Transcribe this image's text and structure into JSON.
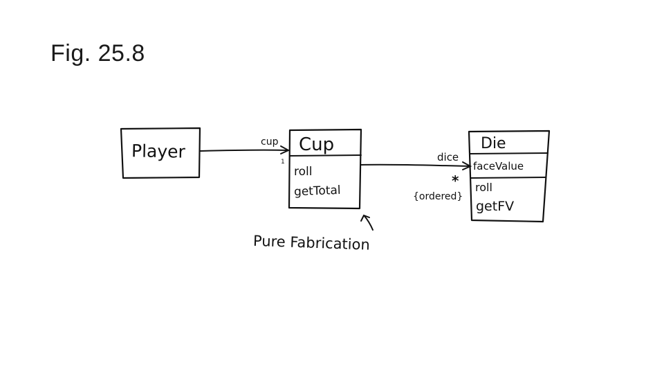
{
  "title": "Fig. 25.8",
  "diagram": {
    "classes": {
      "player": {
        "name": "Player"
      },
      "cup": {
        "name": "Cup",
        "operations": [
          "roll",
          "getTotal"
        ]
      },
      "die": {
        "name": "Die",
        "attributes": [
          "faceValue"
        ],
        "operations": [
          "roll",
          "getFV"
        ]
      }
    },
    "associations": {
      "player_cup": {
        "role": "cup",
        "multiplicity": "1"
      },
      "cup_die": {
        "role": "dice",
        "multiplicity": "*",
        "constraint": "{ordered}"
      }
    },
    "annotation": {
      "text": "Pure Fabrication"
    }
  }
}
